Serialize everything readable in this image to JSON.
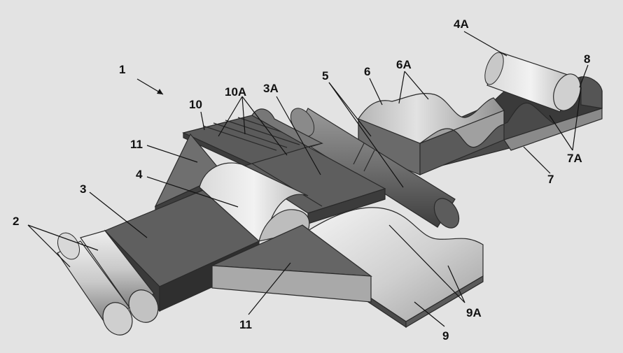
{
  "labels": {
    "fig": "1",
    "roll2": "2",
    "block3": "3",
    "ridges3a": "3A",
    "roll4": "4",
    "roll4a": "4A",
    "roll5": "5",
    "block6": "6",
    "wave6a": "6A",
    "block7": "7",
    "wave7a": "7A",
    "end8": "8",
    "sheet9": "9",
    "wave9a": "9A",
    "plate10": "10",
    "grooves10a": "10A",
    "wing11_top": "11",
    "wing11_bottom": "11"
  }
}
